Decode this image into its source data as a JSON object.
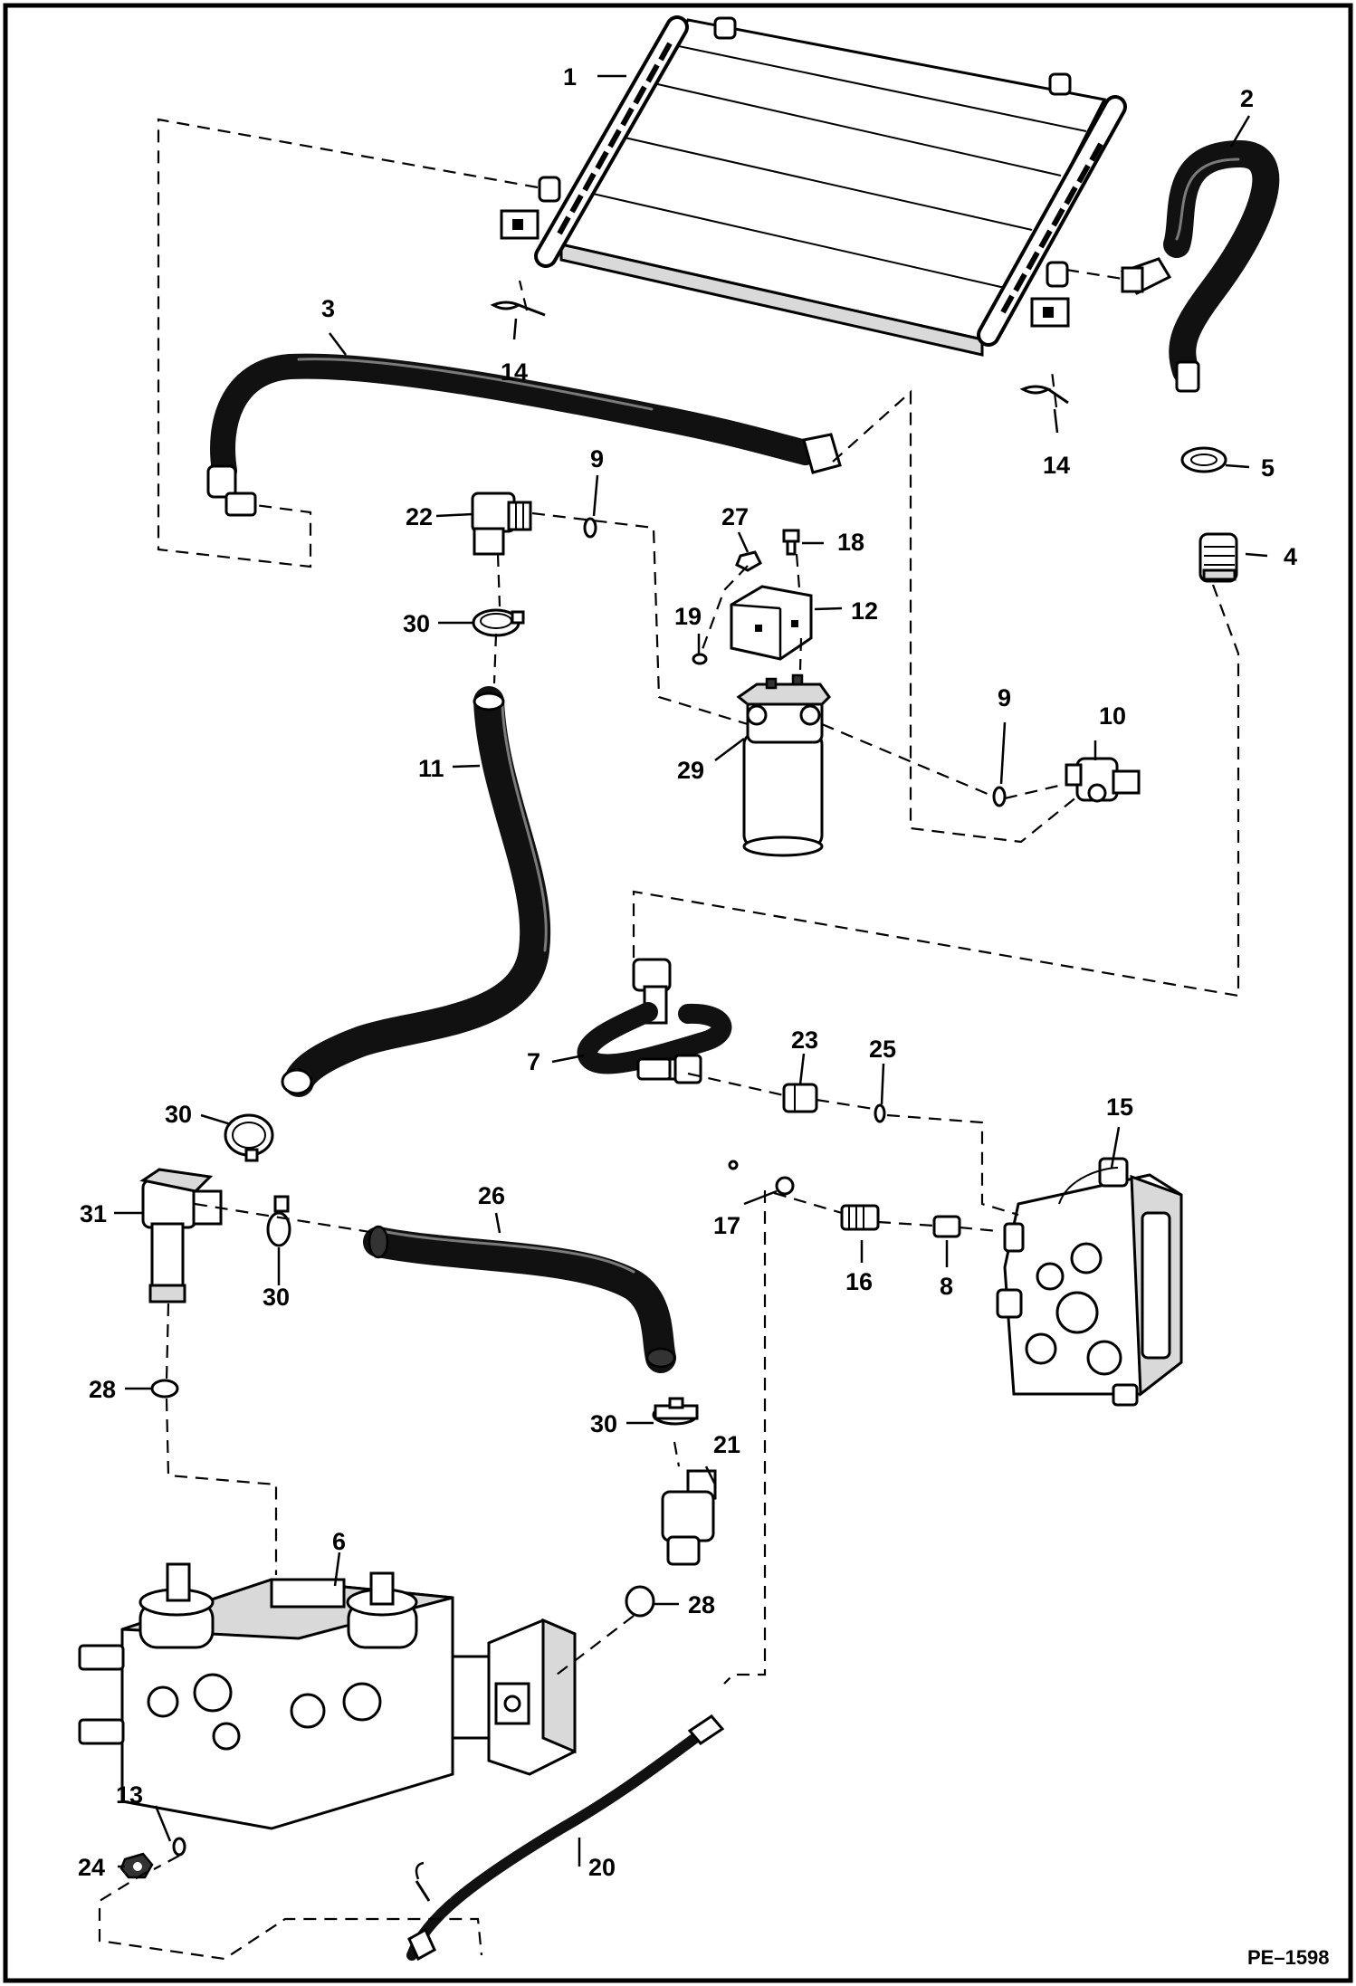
{
  "figure_id": "PE–1598",
  "callouts": [
    {
      "label": "1"
    },
    {
      "label": "2"
    },
    {
      "label": "3"
    },
    {
      "label": "4"
    },
    {
      "label": "5"
    },
    {
      "label": "6"
    },
    {
      "label": "7"
    },
    {
      "label": "8"
    },
    {
      "label": "9"
    },
    {
      "label": "9"
    },
    {
      "label": "10"
    },
    {
      "label": "11"
    },
    {
      "label": "12"
    },
    {
      "label": "13"
    },
    {
      "label": "14"
    },
    {
      "label": "14"
    },
    {
      "label": "15"
    },
    {
      "label": "16"
    },
    {
      "label": "17"
    },
    {
      "label": "18"
    },
    {
      "label": "19"
    },
    {
      "label": "20"
    },
    {
      "label": "21"
    },
    {
      "label": "22"
    },
    {
      "label": "23"
    },
    {
      "label": "24"
    },
    {
      "label": "25"
    },
    {
      "label": "26"
    },
    {
      "label": "27"
    },
    {
      "label": "28"
    },
    {
      "label": "28"
    },
    {
      "label": "29"
    },
    {
      "label": "30"
    },
    {
      "label": "30"
    },
    {
      "label": "30"
    },
    {
      "label": "30"
    },
    {
      "label": "31"
    }
  ]
}
